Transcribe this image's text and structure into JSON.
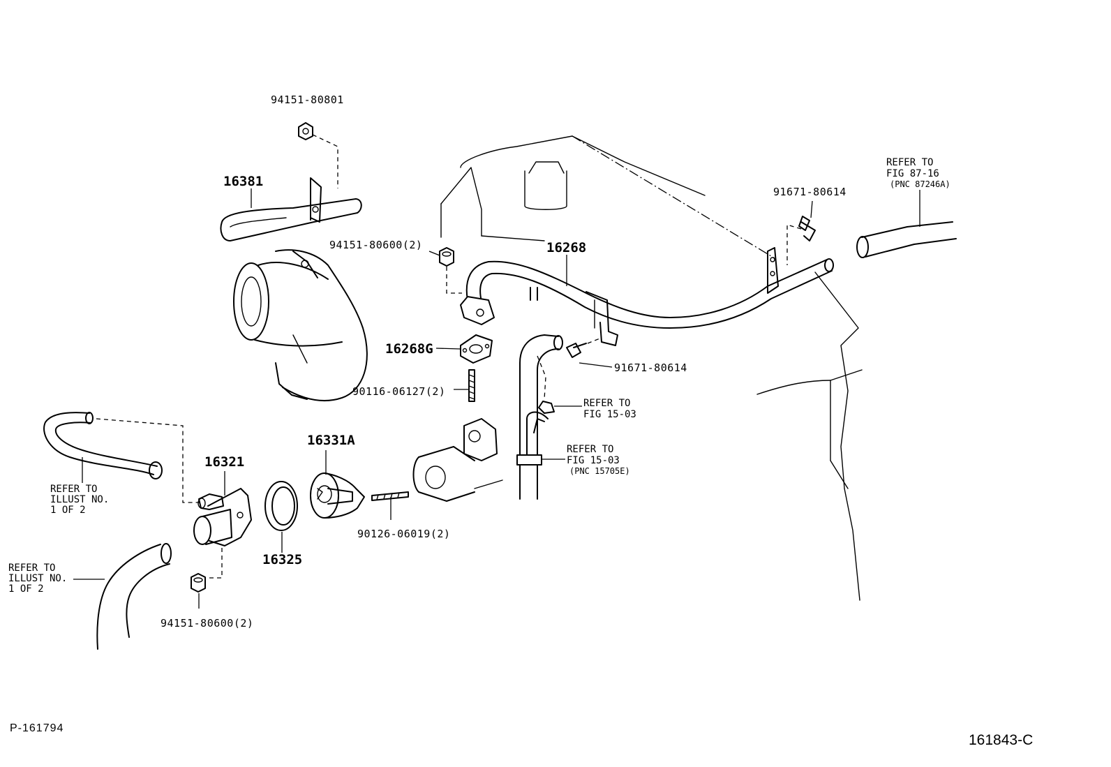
{
  "labels": {
    "p94151_80801": "94151-80801",
    "p16381": "16381",
    "p94151_80600_top": "94151-80600(2)",
    "p16268": "16268",
    "p16268G": "16268G",
    "p90116_06127": "90116-06127(2)",
    "p91671_80614_top": "91671-80614",
    "p91671_80614_mid": "91671-80614",
    "p16331A": "16331A",
    "p16321": "16321",
    "p16325": "16325",
    "p90126_06019": "90126-06019(2)",
    "p94151_80600_bot": "94151-80600(2)"
  },
  "refs": {
    "fig8716": {
      "l1": "REFER TO",
      "l2": "FIG 87-16",
      "l3": "(PNC 87246A)"
    },
    "fig1503a": {
      "l1": "REFER TO",
      "l2": "FIG 15-03"
    },
    "fig1503b": {
      "l1": "REFER TO",
      "l2": "FIG 15-03",
      "l3": "(PNC 15705E)"
    },
    "illust1": {
      "l1": "REFER TO",
      "l2": "ILLUST NO.",
      "l3": "1 OF 2"
    },
    "illust2": {
      "l1": "REFER TO",
      "l2": "ILLUST NO.",
      "l3": "1 OF 2"
    }
  },
  "footer": {
    "left_code": "P-161794",
    "right_code": "161843-C"
  }
}
